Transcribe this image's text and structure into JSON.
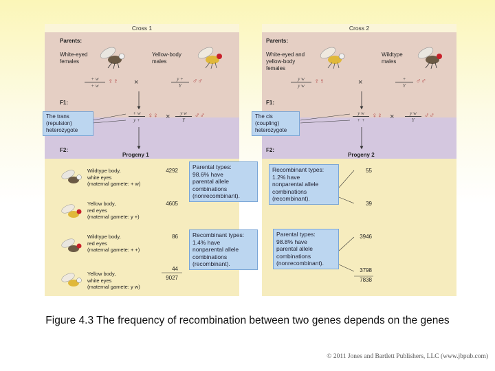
{
  "cross1": {
    "title": "Cross 1",
    "parents_label": "Parents:",
    "parent_a": "White-eyed\nfemales",
    "parent_b": "Yellow-body\nmales",
    "parent_a_geno_top": "+ w",
    "parent_a_geno_bottom": "+ w",
    "parent_a_sex": "♀♀",
    "parent_b_geno_top": "y +",
    "parent_b_geno_bottom": "Y",
    "parent_b_sex": "♂♂",
    "times": "×",
    "f1_label": "F1:",
    "f1_female_top": "+ w",
    "f1_female_bottom": "y +",
    "f1_female_sex": "♀♀",
    "f1_male_top": "y w",
    "f1_male_bottom": "Y",
    "f1_male_sex": "♂♂",
    "heterozygote_callout": "The trans\n(repulsion)\nheterozygote",
    "f2_label": "F2:",
    "progeny_title": "Progeny 1",
    "progeny": [
      {
        "label": "Wildtype body,\nwhite eyes\n(maternal gamete: + w)",
        "count": "4292"
      },
      {
        "label": "Yellow body,\nred eyes\n(maternal gamete: y +)",
        "count": "4605"
      },
      {
        "label": "Wildtype body,\nred eyes\n(maternal gamete: + +)",
        "count": "86"
      },
      {
        "label": "Yellow body,\nwhite eyes\n(maternal gamete: y w)",
        "count": "44"
      }
    ],
    "total": "9027",
    "box_top": "Parental types:\n98.6% have\nparental allele\ncombinations\n(nonrecombinant).",
    "box_bottom": "Recombinant types:\n1.4% have\nnonparental allele\ncombinations\n(recombinant)."
  },
  "cross2": {
    "title": "Cross 2",
    "parents_label": "Parents:",
    "parent_a": "White-eyed and\nyellow-body\nfemales",
    "parent_b": "Wildtype\nmales",
    "parent_a_geno_top": "y w",
    "parent_a_geno_bottom": "y w",
    "parent_a_sex": "♀♀",
    "parent_b_geno_top": "+",
    "parent_b_geno_bottom": "Y",
    "parent_b_sex": "♂♂",
    "times": "×",
    "f1_label": "F1:",
    "f1_female_top": "y w",
    "f1_female_bottom": "+ +",
    "f1_female_sex": "♀♀",
    "f1_male_top": "y w",
    "f1_male_bottom": "Y",
    "f1_male_sex": "♂♂",
    "heterozygote_callout": "The cis\n(coupling)\nheterozygote",
    "f2_label": "F2:",
    "progeny_title": "Progeny 2",
    "progeny_counts": [
      "55",
      "39",
      "3946",
      "3798"
    ],
    "total": "7838",
    "box_top": "Recombinant types:\n1.2% have\nnonparental allele\ncombinations\n(recombinant).",
    "box_bottom": "Parental types:\n98.8% have\nparental allele\ncombinations\n(nonrecombinant)."
  },
  "caption": "Figure 4.3 The frequency of recombination between two genes depends on the genes",
  "copyright": "© 2011 Jones and Bartlett Publishers, LLC (www.jbpub.com)",
  "colors": {
    "parents_band": "#e5cfc4",
    "f1_band": "#d4c7df",
    "f2_band": "#f6ecbe",
    "callout": "#bcd6f0"
  }
}
